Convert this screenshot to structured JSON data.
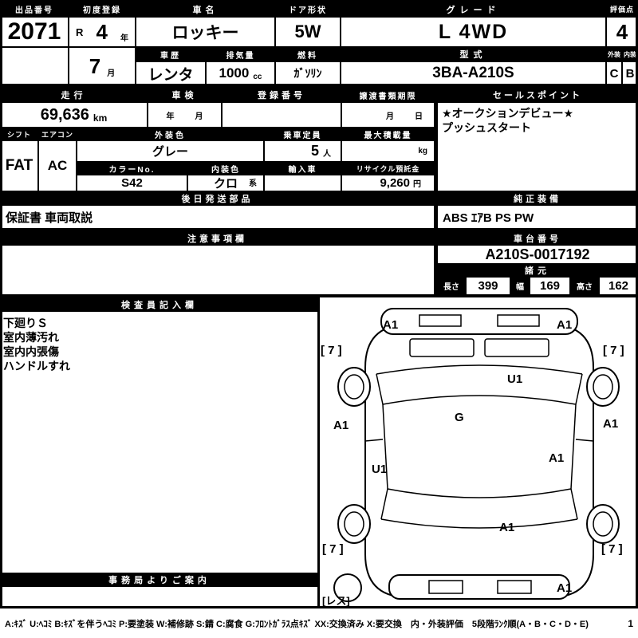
{
  "lot": {
    "label": "出品番号",
    "value": "2071"
  },
  "first_registration": {
    "label": "初度登録",
    "era": "R",
    "year": "4",
    "year_unit": "年",
    "month": "7",
    "month_unit": "月"
  },
  "car_name": {
    "label": "車名",
    "value": "ロッキー"
  },
  "door_shape": {
    "label": "ドア形状",
    "value": "5W"
  },
  "grade": {
    "label": "グレード",
    "value": "L 4WD"
  },
  "score": {
    "label": "評価点",
    "value": "4"
  },
  "history": {
    "label": "車歴",
    "value": "レンタ"
  },
  "displacement": {
    "label": "排気量",
    "value": "1000",
    "unit": "cc"
  },
  "fuel": {
    "label": "燃料",
    "value": "ｶﾞｿﾘﾝ"
  },
  "model_code": {
    "label": "型式",
    "value": "3BA-A210S"
  },
  "exterior": {
    "label": "外装",
    "value": "C"
  },
  "interior": {
    "label": "内装",
    "value": "B"
  },
  "mileage": {
    "label": "走行",
    "value": "69,636",
    "unit": "km"
  },
  "inspection": {
    "label": "車検",
    "year_unit": "年",
    "month_unit": "月"
  },
  "registration_no": {
    "label": "登録番号"
  },
  "transfer_deadline": {
    "label": "譲渡書類期限",
    "month_unit": "月",
    "day_unit": "日"
  },
  "sales_points": {
    "label": "セールスポイント",
    "lines": [
      "★オークションデビュー★",
      "プッシュスタート"
    ]
  },
  "shift": {
    "label": "シフト",
    "value": "FAT"
  },
  "aircon": {
    "label": "エアコン",
    "value": "AC"
  },
  "exterior_color": {
    "label": "外装色",
    "value": "グレー"
  },
  "capacity": {
    "label": "乗車定員",
    "value": "5",
    "unit": "人"
  },
  "max_load": {
    "label": "最大積載量",
    "unit": "kg"
  },
  "color_no": {
    "label": "カラーNo.",
    "value": "S42"
  },
  "interior_color": {
    "label": "内装色",
    "value": "クロ",
    "unit": "系"
  },
  "import_car": {
    "label": "輸入車"
  },
  "recycle_deposit": {
    "label": "リサイクル預託金",
    "value": "9,260",
    "unit": "円"
  },
  "later_parts": {
    "label": "後日発送部品",
    "value": "保証書 車両取説"
  },
  "genuine_equipment": {
    "label": "純正装備",
    "value": "ABS ｴｱB PS PW"
  },
  "caution": {
    "label": "注意事項欄"
  },
  "chassis_no": {
    "label": "車台番号",
    "value": "A210S-0017192"
  },
  "dimensions": {
    "label": "諸元",
    "length_label": "長さ",
    "length": "399",
    "width_label": "幅",
    "width": "169",
    "height_label": "高さ",
    "height": "162"
  },
  "inspector": {
    "label": "検査員記入欄",
    "notes": [
      "下廻りＳ",
      "室内薄汚れ",
      "室内内張傷",
      "ハンドルすれ"
    ]
  },
  "office": {
    "label": "事務局よりご案内"
  },
  "diagram": {
    "markers": [
      "A1",
      "A1",
      "[ 7 ]",
      "[ 7 ]",
      "U1",
      "G",
      "A1",
      "A1",
      "A1",
      "U1",
      "A1",
      "[ 7 ]",
      "[ 7 ]",
      "A1",
      "[レス]"
    ]
  },
  "legend": {
    "text": "A:ｷｽﾞ U:ﾍｺﾐ B:ｷｽﾞを伴うﾍｺﾐ P:要塗装 W:補修跡 S:錆 C:腐食 G:ﾌﾛﾝﾄｶﾞﾗｽ点ｷｽﾞ XX:交換済み X:要交換　内・外装評価　5段階ﾗﾝｸ順(A・B・C・D・E)",
    "page": "1"
  }
}
